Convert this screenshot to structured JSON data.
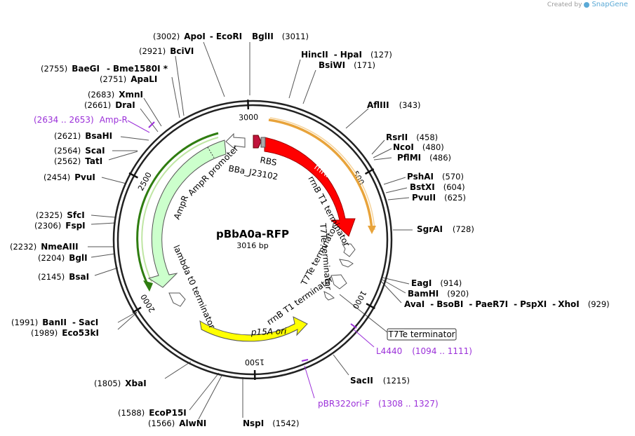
{
  "watermark": {
    "created_by": "Created by",
    "brand": "SnapGene"
  },
  "plasmid": {
    "name": "pBbA0a-RFP",
    "size": "3016 bp",
    "total": 3016
  },
  "colors": {
    "mRFP1": "#ff0000",
    "AmpR": "#ccffcc",
    "p15A_ori": "#ffff00",
    "orange": "#e8a33a",
    "primer": "#9b30d9",
    "dark_red": "#c0143c"
  },
  "ticks": [
    {
      "bp": 500,
      "label": "500"
    },
    {
      "bp": 1000,
      "label": "1000"
    },
    {
      "bp": 1500,
      "label": "1500"
    },
    {
      "bp": 2000,
      "label": "2000"
    },
    {
      "bp": 2500,
      "label": "2500"
    },
    {
      "bp": 3000,
      "label": "3000"
    }
  ],
  "enzymes": [
    {
      "pos": "(3002)",
      "name": "ApoI",
      "sep": "-",
      "name2": "EcoRI"
    },
    {
      "pos": "",
      "name": "BglII",
      "pos2": "(3011)"
    },
    {
      "pos": "(2921)",
      "name": "BciVI"
    },
    {
      "name": "HincII",
      "sep": "-",
      "name2": "HpaI",
      "pos2": "(127)"
    },
    {
      "name": "BsiWI",
      "pos2": "(171)"
    },
    {
      "pos": "(2755)",
      "name": "BaeGI",
      "sep": "-",
      "name2": "Bme1580I *"
    },
    {
      "pos": "(2751)",
      "name": "ApaLI"
    },
    {
      "name": "AflIII",
      "pos2": "(343)"
    },
    {
      "pos": "(2683)",
      "name": "XmnI"
    },
    {
      "pos": "(2661)",
      "name": "DraI"
    },
    {
      "name": "RsrII",
      "pos2": "(458)"
    },
    {
      "name": "NcoI",
      "pos2": "(480)"
    },
    {
      "name": "PflMI",
      "pos2": "(486)"
    },
    {
      "pos": "(2621)",
      "name": "BsaHI"
    },
    {
      "pos": "(2564)",
      "name": "ScaI"
    },
    {
      "pos": "(2562)",
      "name": "TatI"
    },
    {
      "name": "PshAI",
      "pos2": "(570)"
    },
    {
      "name": "BstXI",
      "pos2": "(604)"
    },
    {
      "name": "PvuII",
      "pos2": "(625)"
    },
    {
      "pos": "(2454)",
      "name": "PvuI"
    },
    {
      "name": "SgrAI",
      "pos2": "(728)"
    },
    {
      "pos": "(2325)",
      "name": "SfcI"
    },
    {
      "pos": "(2306)",
      "name": "FspI"
    },
    {
      "pos": "(2232)",
      "name": "NmeAIII"
    },
    {
      "pos": "(2204)",
      "name": "BglI"
    },
    {
      "pos": "(2145)",
      "name": "BsaI"
    },
    {
      "name": "EagI",
      "pos2": "(914)"
    },
    {
      "name": "BamHI",
      "pos2": "(920)"
    },
    {
      "name": "AvaI",
      "sep": "-",
      "name2": "BsoBI",
      "sep2": "-",
      "name3": "PaeR7I",
      "sep3": "-",
      "name4": "PspXI",
      "sep4": "-",
      "name5": "XhoI",
      "pos2": "(929)"
    },
    {
      "pos": "(1991)",
      "name": "BanII",
      "sep": "-",
      "name2": "SacI"
    },
    {
      "pos": "(1989)",
      "name": "Eco53kI"
    },
    {
      "name": "SacII",
      "pos2": "(1215)"
    },
    {
      "pos": "(1805)",
      "name": "XbaI"
    },
    {
      "pos": "(1588)",
      "name": "EcoP15I"
    },
    {
      "pos": "(1566)",
      "name": "AlwNI"
    },
    {
      "name": "NspI",
      "pos2": "(1542)"
    }
  ],
  "primers": [
    {
      "range": "(2634 .. 2653)",
      "name": "Amp-R"
    },
    {
      "name": "L4440",
      "range": "(1094 .. 1111)"
    },
    {
      "name": "pBR322ori-F",
      "range": "(1308 .. 1327)"
    }
  ],
  "features": {
    "mRFP1": "mRFP1",
    "RBS": "RBS",
    "BBa_J23102": "BBa_J23102",
    "rrnB_T1_a": "rrnB T1 terminator",
    "T7Te_a": "T7Te terminator",
    "rrnB_T1_b": "rrnB T1 terminator",
    "T7Te_box": "T7Te terminator",
    "p15A_ori": "p15A ori",
    "lambda_t0": "lambda t0 terminator",
    "AmpR": "AmpR",
    "AmpR_promoter": "AmpR promoter"
  }
}
